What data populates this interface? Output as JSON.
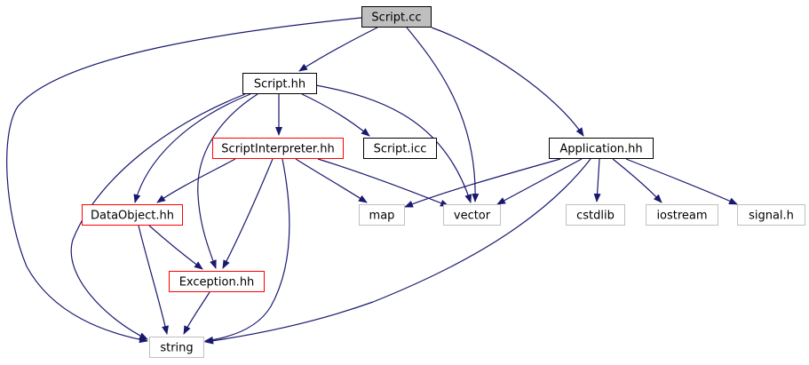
{
  "graph": {
    "nodes": [
      {
        "id": "script_cc",
        "label": "Script.cc",
        "kind": "root"
      },
      {
        "id": "script_hh",
        "label": "Script.hh",
        "kind": "documented"
      },
      {
        "id": "script_interpreter_hh",
        "label": "ScriptInterpreter.hh",
        "kind": "partial"
      },
      {
        "id": "script_icc",
        "label": "Script.icc",
        "kind": "documented"
      },
      {
        "id": "application_hh",
        "label": "Application.hh",
        "kind": "documented"
      },
      {
        "id": "dataobject_hh",
        "label": "DataObject.hh",
        "kind": "partial"
      },
      {
        "id": "exception_hh",
        "label": "Exception.hh",
        "kind": "partial"
      },
      {
        "id": "map",
        "label": "map",
        "kind": "system"
      },
      {
        "id": "vector",
        "label": "vector",
        "kind": "system"
      },
      {
        "id": "cstdlib",
        "label": "cstdlib",
        "kind": "system"
      },
      {
        "id": "iostream",
        "label": "iostream",
        "kind": "system"
      },
      {
        "id": "signal_h",
        "label": "signal.h",
        "kind": "system"
      },
      {
        "id": "string",
        "label": "string",
        "kind": "system"
      }
    ],
    "edges": [
      {
        "from": "script_cc",
        "to": "script_hh"
      },
      {
        "from": "script_cc",
        "to": "application_hh"
      },
      {
        "from": "script_cc",
        "to": "vector"
      },
      {
        "from": "script_cc",
        "to": "string"
      },
      {
        "from": "script_hh",
        "to": "script_interpreter_hh"
      },
      {
        "from": "script_hh",
        "to": "script_icc"
      },
      {
        "from": "script_hh",
        "to": "dataobject_hh"
      },
      {
        "from": "script_hh",
        "to": "exception_hh"
      },
      {
        "from": "script_hh",
        "to": "vector"
      },
      {
        "from": "script_hh",
        "to": "string"
      },
      {
        "from": "script_interpreter_hh",
        "to": "dataobject_hh"
      },
      {
        "from": "script_interpreter_hh",
        "to": "exception_hh"
      },
      {
        "from": "script_interpreter_hh",
        "to": "map"
      },
      {
        "from": "script_interpreter_hh",
        "to": "vector"
      },
      {
        "from": "script_interpreter_hh",
        "to": "string"
      },
      {
        "from": "dataobject_hh",
        "to": "exception_hh"
      },
      {
        "from": "dataobject_hh",
        "to": "string"
      },
      {
        "from": "exception_hh",
        "to": "string"
      },
      {
        "from": "application_hh",
        "to": "map"
      },
      {
        "from": "application_hh",
        "to": "vector"
      },
      {
        "from": "application_hh",
        "to": "cstdlib"
      },
      {
        "from": "application_hh",
        "to": "iostream"
      },
      {
        "from": "application_hh",
        "to": "signal_h"
      },
      {
        "from": "application_hh",
        "to": "string"
      }
    ]
  },
  "colors": {
    "edge": "#191970",
    "root_fill": "#bfbfbf",
    "root_border": "#000000",
    "documented_border": "#000000",
    "partial_border": "#ff0000",
    "system_border": "#bfbfbf",
    "node_fill": "#ffffff",
    "text": "#000000"
  }
}
